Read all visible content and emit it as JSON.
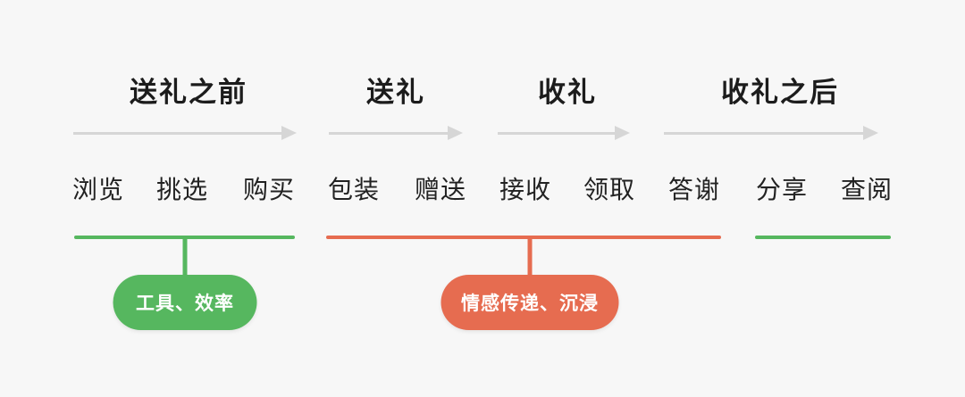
{
  "colors": {
    "background": "#f7f7f7",
    "green": "#56b75f",
    "red": "#e66c50",
    "arrow": "#d6d6d6",
    "heading_text": "#1c1c1c",
    "step_text": "#222222",
    "pill_text": "#ffffff"
  },
  "phases": [
    {
      "label": "送礼之前"
    },
    {
      "label": "送礼"
    },
    {
      "label": "收礼"
    },
    {
      "label": "收礼之后"
    }
  ],
  "steps": [
    "浏览",
    "挑选",
    "购买",
    "包装",
    "赠送",
    "接收",
    "领取",
    "答谢",
    "分享",
    "查阅"
  ],
  "underlines": [
    {
      "color_key": "green"
    },
    {
      "color_key": "red"
    },
    {
      "color_key": "green"
    }
  ],
  "annotations": [
    {
      "label": "工具、效率",
      "color_key": "green"
    },
    {
      "label": "情感传递、沉浸",
      "color_key": "red"
    }
  ]
}
